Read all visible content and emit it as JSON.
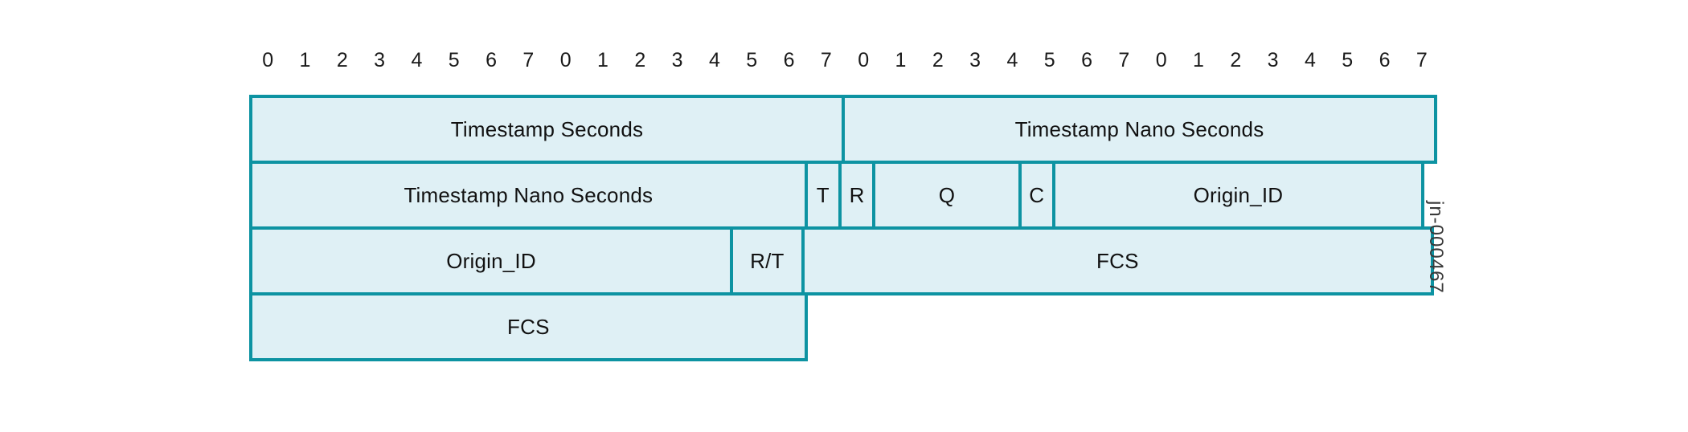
{
  "figure": {
    "watermark": "jn-000467",
    "colors": {
      "border": "#0d93a2",
      "fill": "#dff0f5",
      "text": "#111111",
      "background": "#ffffff"
    }
  },
  "bit_ruler": {
    "total_bits": 32,
    "ticks": [
      "0",
      "1",
      "2",
      "3",
      "4",
      "5",
      "6",
      "7",
      "0",
      "1",
      "2",
      "3",
      "4",
      "5",
      "6",
      "7",
      "0",
      "1",
      "2",
      "3",
      "4",
      "5",
      "6",
      "7",
      "0",
      "1",
      "2",
      "3",
      "4",
      "5",
      "6",
      "7"
    ]
  },
  "packet": {
    "rows": [
      {
        "name": "row-1",
        "cells": [
          {
            "label": "Timestamp Seconds",
            "bits": 16,
            "filled": true
          },
          {
            "label": "Timestamp Nano Seconds",
            "bits": 16,
            "filled": true
          }
        ]
      },
      {
        "name": "row-2",
        "cells": [
          {
            "label": "Timestamp Nano Seconds",
            "bits": 15,
            "filled": true
          },
          {
            "label": "T",
            "bits": 1,
            "filled": true
          },
          {
            "label": "R",
            "bits": 1,
            "filled": true
          },
          {
            "label": "Q",
            "bits": 4,
            "filled": true
          },
          {
            "label": "C",
            "bits": 1,
            "filled": true
          },
          {
            "label": "Origin_ID",
            "bits": 10,
            "filled": true
          }
        ]
      },
      {
        "name": "row-3",
        "cells": [
          {
            "label": "Origin_ID",
            "bits": 13,
            "filled": true
          },
          {
            "label": "R/T",
            "bits": 2,
            "filled": true
          },
          {
            "label": "FCS",
            "bits": 17,
            "filled": true
          }
        ]
      },
      {
        "name": "row-4",
        "cells": [
          {
            "label": "FCS",
            "bits": 15,
            "filled": true
          },
          {
            "label": "",
            "bits": 17,
            "filled": false
          }
        ]
      }
    ]
  }
}
